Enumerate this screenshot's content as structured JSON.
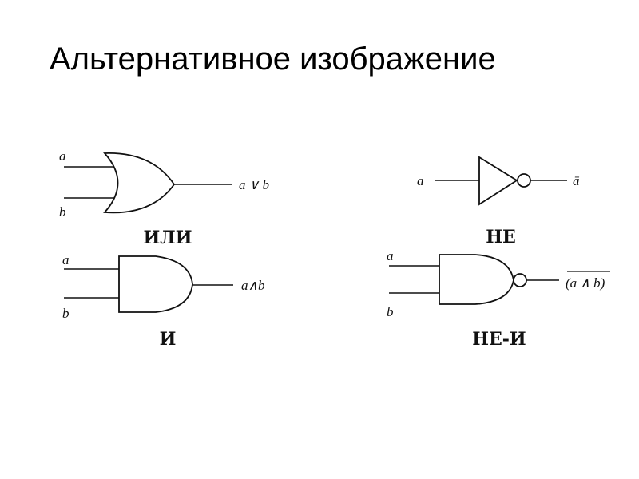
{
  "title": "Альтернативное изображение",
  "gates": {
    "or": {
      "input_a": "a",
      "input_b": "b",
      "output": "a ∨ b",
      "caption": "ИЛИ"
    },
    "and": {
      "input_a": "a",
      "input_b": "b",
      "output": "a∧b",
      "caption": "И"
    },
    "not": {
      "input_a": "a",
      "output": "ā",
      "caption": "НЕ"
    },
    "nand": {
      "input_a": "a",
      "input_b": "b",
      "output": "(a ∧ b)",
      "caption": "НЕ-И"
    }
  }
}
